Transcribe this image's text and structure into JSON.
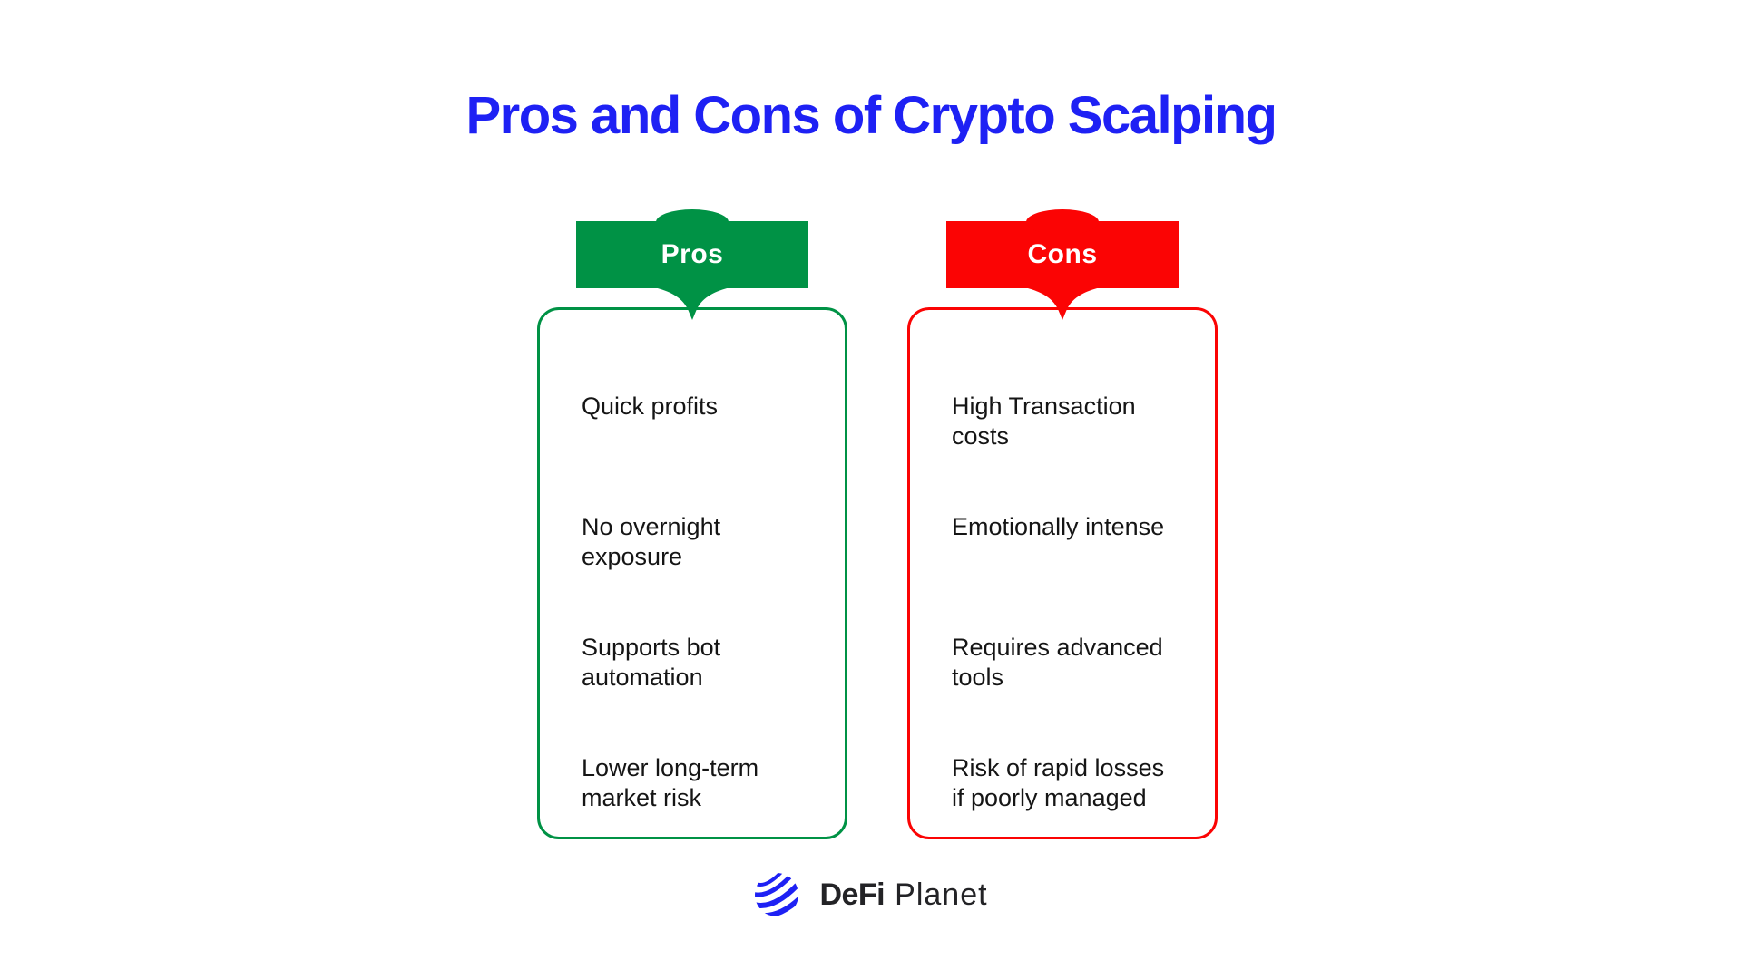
{
  "title": {
    "text": "Pros and Cons of Crypto Scalping",
    "color": "#1e21f4"
  },
  "columns": [
    {
      "id": "pros",
      "label": "Pros",
      "accent_color": "#009245",
      "items": [
        "Quick profits",
        "No overnight exposure",
        "Supports bot automation",
        "Lower long-term market risk"
      ]
    },
    {
      "id": "cons",
      "label": "Cons",
      "accent_color": "#fb0404",
      "items": [
        "High Transaction costs",
        "Emotionally intense",
        "Requires advanced tools",
        "Risk of rapid losses if poorly managed"
      ]
    }
  ],
  "footer": {
    "brand_bold": "DeFi",
    "brand_light": "Planet",
    "logo_color": "#1e21f4",
    "text_color": "#232326"
  },
  "text_color": "#151515",
  "background_color": "#ffffff"
}
